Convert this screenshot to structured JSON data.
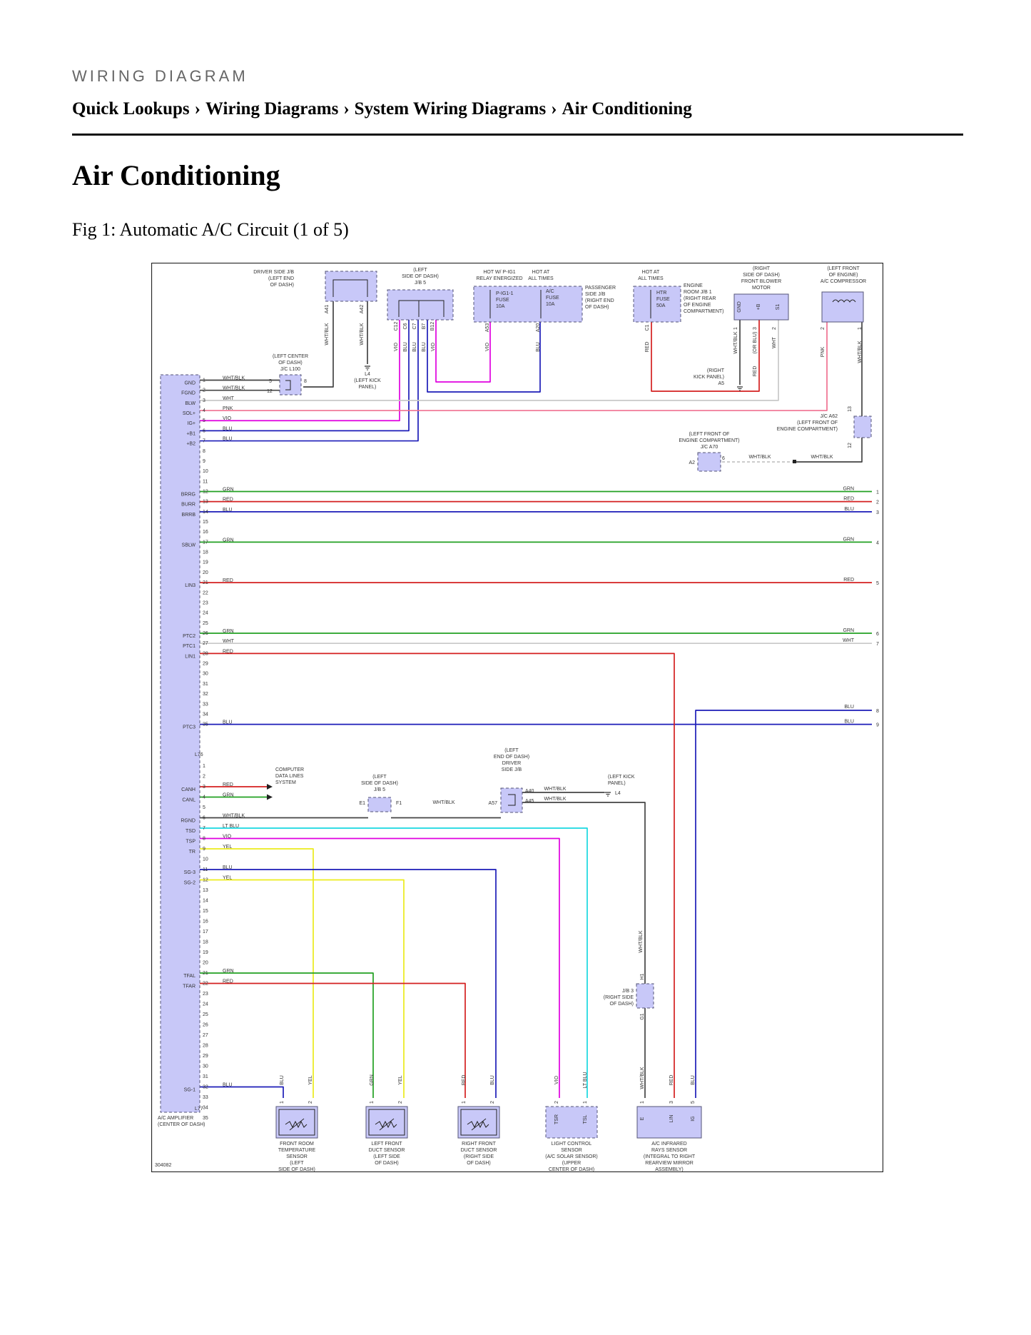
{
  "header": {
    "kicker": "WIRING DIAGRAM",
    "breadcrumb": [
      "Quick Lookups",
      "Wiring Diagrams",
      "System Wiring Diagrams",
      "Air Conditioning"
    ],
    "separator": "›"
  },
  "page_title": "Air Conditioning",
  "figure": {
    "caption": "Fig 1: Automatic A/C Circuit (1 of 5)",
    "id_code": "304082",
    "connectors": {
      "amp_lower": "L76",
      "amp_bottom": "L77"
    }
  },
  "colors": {
    "GRN": "#22a022",
    "RED": "#d42020",
    "BLU": "#1c1cb8",
    "VIO": "#e000e0",
    "PNK": "#f07090",
    "WHT": "#c8c8c8",
    "WHT/BLK": "#444444",
    "YEL": "#ecec1c",
    "LT BLU": "#18d8e0",
    "component_fill": "#c8c8f8",
    "component_stroke": "#555577"
  },
  "labels": [
    {
      "id": "l1",
      "lines": [
        "DRIVER SIDE J/B",
        "(LEFT END",
        "OF DASH)"
      ]
    },
    {
      "id": "l2",
      "lines": [
        "(LEFT",
        "SIDE OF DASH)",
        "J/B 5"
      ]
    },
    {
      "id": "l3",
      "lines": [
        "HOT W/ P-IG1",
        "RELAY ENERGIZED"
      ]
    },
    {
      "id": "l4",
      "lines": [
        "HOT AT",
        "ALL TIMES"
      ]
    },
    {
      "id": "l5",
      "lines": [
        "PASSENGER",
        "SIDE J/B",
        "(RIGHT END",
        "OF DASH)"
      ]
    },
    {
      "id": "l6",
      "lines": [
        "HOT AT",
        "ALL TIMES"
      ]
    },
    {
      "id": "l7",
      "lines": [
        "ENGINE",
        "ROOM J/B 1",
        "(RIGHT REAR",
        "OF ENGINE",
        "COMPARTMENT)"
      ]
    },
    {
      "id": "l8",
      "lines": [
        "(RIGHT",
        "SIDE OF DASH)",
        "FRONT BLOWER",
        "MOTOR"
      ]
    },
    {
      "id": "l9",
      "lines": [
        "(LEFT FRONT",
        "OF ENGINE)",
        "A/C COMPRESSOR"
      ]
    },
    {
      "id": "l10",
      "lines": [
        "(LEFT CENTER",
        "OF DASH)",
        "J/C L100"
      ]
    },
    {
      "id": "l11",
      "lines": [
        "L4",
        "(LEFT KICK",
        "PANEL)"
      ]
    },
    {
      "id": "l12",
      "lines": [
        "(RIGHT",
        "KICK PANEL)",
        "A5"
      ]
    },
    {
      "id": "l13",
      "lines": [
        "J/C A62",
        "(LEFT FRONT OF",
        "ENGINE COMPARTMENT)"
      ]
    },
    {
      "id": "l14",
      "lines": [
        "(LEFT FRONT OF",
        "ENGINE COMPARTMENT)",
        "J/C A70"
      ]
    },
    {
      "id": "l15",
      "lines": [
        "COMPUTER",
        "DATA LINES",
        "SYSTEM"
      ]
    },
    {
      "id": "l16",
      "lines": [
        "(LEFT",
        "SIDE OF DASH)",
        "J/B 5"
      ]
    },
    {
      "id": "l17",
      "lines": [
        "(LEFT",
        "END OF DASH)",
        "DRIVER",
        "SIDE J/B"
      ]
    },
    {
      "id": "l18",
      "lines": [
        "(LEFT KICK",
        "PANEL)"
      ]
    },
    {
      "id": "l19",
      "lines": [
        "J/B 3",
        "(RIGHT SIDE",
        "OF DASH)"
      ]
    },
    {
      "id": "l20",
      "lines": [
        "A/C AMPLIFIER",
        "(CENTER OF DASH)"
      ]
    },
    {
      "id": "l21",
      "lines": [
        "FRONT ROOM",
        "TEMPERATURE",
        "SENSOR",
        "(LEFT",
        "SIDE OF DASH)"
      ]
    },
    {
      "id": "l22",
      "lines": [
        "LEFT FRONT",
        "DUCT SENSOR",
        "(LEFT SIDE",
        "OF DASH)"
      ]
    },
    {
      "id": "l23",
      "lines": [
        "RIGHT FRONT",
        "DUCT SENSOR",
        "(RIGHT SIDE",
        "OF DASH)"
      ]
    },
    {
      "id": "l24",
      "lines": [
        "LIGHT CONTROL",
        "SENSOR",
        "(A/C SOLAR SENSOR)",
        "(UPPER",
        "CENTER OF DASH)"
      ]
    },
    {
      "id": "l25",
      "lines": [
        "A/C INFRARED",
        "RAYS SENSOR",
        "(INTEGRAL TO RIGHT",
        "REARVIEW MIRROR",
        "ASSEMBLY)"
      ]
    }
  ],
  "amp_pins_upper": [
    {
      "n": "1",
      "sig": "GND",
      "wire": "WHT/BLK"
    },
    {
      "n": "2",
      "sig": "FGND",
      "wire": "WHT/BLK"
    },
    {
      "n": "3",
      "sig": "BLW",
      "wire": "WHT"
    },
    {
      "n": "4",
      "sig": "SOL+",
      "wire": "PNK"
    },
    {
      "n": "5",
      "sig": "IG+",
      "wire": "VIO"
    },
    {
      "n": "6",
      "sig": "+B1",
      "wire": "BLU"
    },
    {
      "n": "7",
      "sig": "+B2",
      "wire": "BLU"
    },
    {
      "n": "8"
    },
    {
      "n": "9"
    },
    {
      "n": "10"
    },
    {
      "n": "11"
    },
    {
      "n": "12",
      "sig": "BRRG",
      "wire": "GRN"
    },
    {
      "n": "13",
      "sig": "BURR",
      "wire": "RED"
    },
    {
      "n": "14",
      "sig": "BRRB",
      "wire": "BLU"
    },
    {
      "n": "15"
    },
    {
      "n": "16"
    },
    {
      "n": "17",
      "sig": "SBLW",
      "wire": "GRN"
    },
    {
      "n": "18"
    },
    {
      "n": "19"
    },
    {
      "n": "20"
    },
    {
      "n": "21",
      "sig": "LIN3",
      "wire": "RED"
    },
    {
      "n": "22"
    },
    {
      "n": "23"
    },
    {
      "n": "24"
    },
    {
      "n": "25"
    },
    {
      "n": "26",
      "sig": "PTC2",
      "wire": "GRN"
    },
    {
      "n": "27",
      "sig": "PTC1",
      "wire": "WHT"
    },
    {
      "n": "28",
      "sig": "LIN1",
      "wire": "RED"
    },
    {
      "n": "29"
    },
    {
      "n": "30"
    },
    {
      "n": "31"
    },
    {
      "n": "32"
    },
    {
      "n": "33"
    },
    {
      "n": "34"
    },
    {
      "n": "35",
      "sig": "PTC3",
      "wire": "BLU"
    }
  ],
  "amp_pins_lower": [
    {
      "n": "1"
    },
    {
      "n": "2"
    },
    {
      "n": "3",
      "sig": "CANH",
      "wire": "RED"
    },
    {
      "n": "4",
      "sig": "CANL",
      "wire": "GRN"
    },
    {
      "n": "5"
    },
    {
      "n": "6",
      "sig": "RGND",
      "wire": "WHT/BLK"
    },
    {
      "n": "7",
      "sig": "TSD",
      "wire": "LT BLU"
    },
    {
      "n": "8",
      "sig": "TSP",
      "wire": "VIO"
    },
    {
      "n": "9",
      "sig": "TR",
      "wire": "YEL"
    },
    {
      "n": "10"
    },
    {
      "n": "11",
      "sig": "SG-3",
      "wire": "BLU"
    },
    {
      "n": "12",
      "sig": "SG-2",
      "wire": "YEL"
    },
    {
      "n": "13"
    },
    {
      "n": "14"
    },
    {
      "n": "15"
    },
    {
      "n": "16"
    },
    {
      "n": "17"
    },
    {
      "n": "18"
    },
    {
      "n": "19"
    },
    {
      "n": "20"
    },
    {
      "n": "21",
      "sig": "TFAL",
      "wire": "GRN"
    },
    {
      "n": "22",
      "sig": "TFAR",
      "wire": "RED"
    },
    {
      "n": "23"
    },
    {
      "n": "24"
    },
    {
      "n": "25"
    },
    {
      "n": "26"
    },
    {
      "n": "27"
    },
    {
      "n": "28"
    },
    {
      "n": "29"
    },
    {
      "n": "30"
    },
    {
      "n": "31"
    },
    {
      "n": "32",
      "sig": "SG-1",
      "wire": "BLU"
    },
    {
      "n": "33"
    },
    {
      "n": "34"
    },
    {
      "n": "35"
    }
  ],
  "right_exits": [
    {
      "n": "1",
      "wire": "GRN"
    },
    {
      "n": "2",
      "wire": "RED"
    },
    {
      "n": "3",
      "wire": "BLU"
    },
    {
      "n": "4",
      "wire": "GRN"
    },
    {
      "n": "5",
      "wire": "RED"
    },
    {
      "n": "6",
      "wire": "GRN"
    },
    {
      "n": "7",
      "wire": "WHT"
    },
    {
      "n": "8",
      "wire": "BLU"
    },
    {
      "n": "9",
      "wire": "BLU"
    }
  ],
  "texts": {
    "A41": "A41",
    "A42": "A42",
    "C12": "C12",
    "C6": "C6",
    "C7": "C7",
    "B7": "B7",
    "B12": "B12",
    "A53": "A53",
    "A20": "A20",
    "C1": "C1",
    "fuse_pig": "P-IG1-1",
    "fuse_ac": "A/C",
    "fuse_word": "FUSE",
    "fuse_10a": "10A",
    "fuse_htr": "HTR",
    "fuse_50a": "50A",
    "pin5": "5",
    "pin8": "8",
    "pin12": "12",
    "pin1": "1",
    "pin2": "2",
    "pin3": "3",
    "pin6": "6",
    "pin13": "13",
    "GND": "GND",
    "+B": "+B",
    "S1": "S1",
    "OR_BLU": "(OR BLU)",
    "A2": "A2",
    "E1": "E1",
    "F1": "F1",
    "A57": "A57",
    "A40": "A40",
    "A45": "A45",
    "H1": "H1",
    "G1": "G1",
    "L4b": "L4",
    "TSR": "TSR",
    "TSL": "TSL",
    "E": "E",
    "LIN": "LIN",
    "IG": "IG",
    "WHT_BLK": "WHT/BLK",
    "WHT": "WHT",
    "VIO": "VIO",
    "BLU": "BLU",
    "RED": "RED",
    "PNK": "PNK",
    "GRN": "GRN",
    "YEL": "YEL",
    "LT_BLU": "LT BLU"
  }
}
